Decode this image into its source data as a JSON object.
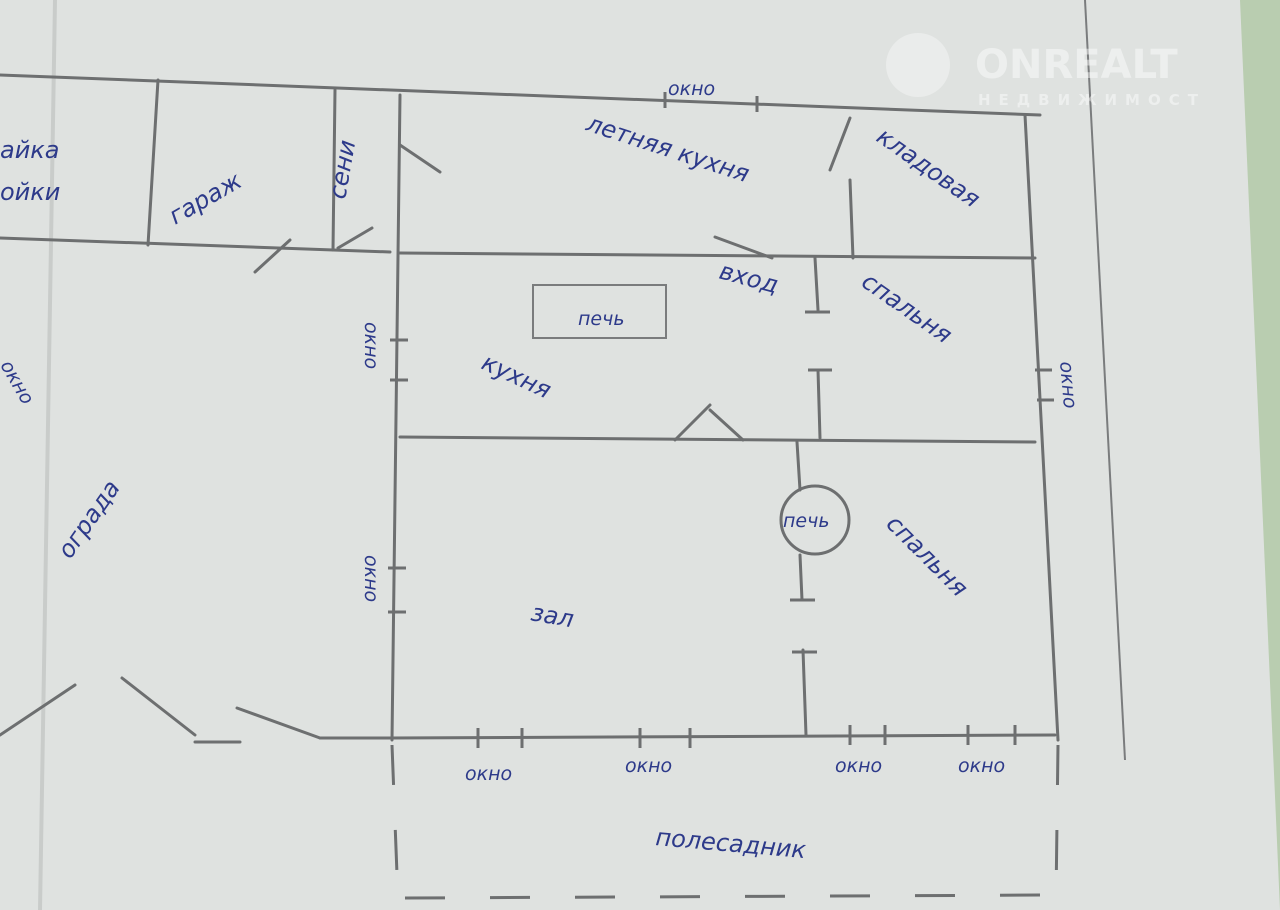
{
  "watermark": {
    "brand": "ONREALT",
    "tagline": "НЕДВИЖИМОСТ"
  },
  "labels": {
    "left_top_1": "айка",
    "left_top_2": "ойки",
    "garage": "гараж",
    "hallway": "сени",
    "summer_kitchen": "летняя кухня",
    "pantry": "кладовая",
    "entrance": "вход",
    "stove_kitchen": "печь",
    "bedroom_1": "спальня",
    "kitchen": "кухня",
    "fence": "ограда",
    "stove_hall": "печь",
    "bedroom_2": "спальня",
    "hall": "зал",
    "front_garden": "полесадник",
    "window": "окно"
  },
  "colors": {
    "ink": "#2d3a8a",
    "pencil": "#6d6f70",
    "paper": "#dfe2e0"
  }
}
